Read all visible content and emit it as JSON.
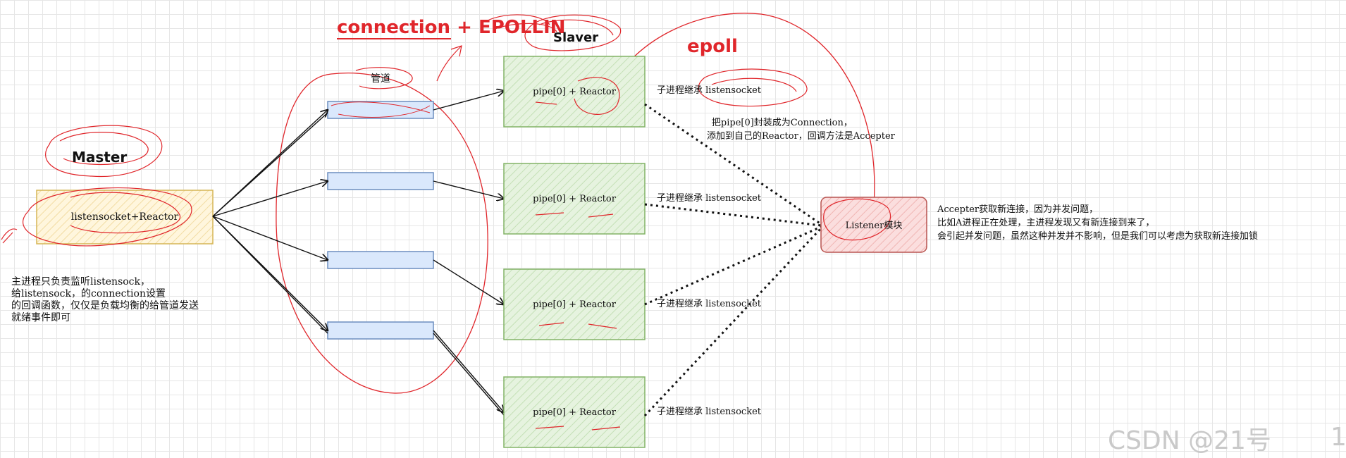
{
  "colors": {
    "red_ink": "#e0262b",
    "green_fill": "#e3f2dc",
    "green_stroke": "#82b366",
    "blue_fill": "#dae8fc",
    "blue_stroke": "#6c8ebf",
    "orange_fill": "#fff2cc",
    "orange_stroke": "#d6b656",
    "listener_fill": "#f8cecc",
    "listener_stroke": "#b85450"
  },
  "titles": {
    "connection": "connection + EPOLLIN",
    "slaver": "Slaver",
    "epoll": "epoll",
    "master": "Master",
    "pipe": "管道"
  },
  "master_box": {
    "label": "listensocket+Reactor"
  },
  "slaves": [
    {
      "label": "pipe[0] + Reactor",
      "inherit": "子进程继承 listensocket"
    },
    {
      "label": "pipe[0] + Reactor",
      "inherit": "子进程继承 listensocket"
    },
    {
      "label": "pipe[0] + Reactor",
      "inherit": "子进程继承 listensocket"
    },
    {
      "label": "pipe[0] + Reactor",
      "inherit": "子进程继承 listensocket"
    }
  ],
  "listener": {
    "label": "Listener模块"
  },
  "notes": {
    "master_lines": [
      "主进程只负责监听listensock，",
      "给listensock，的connection设置",
      "的回调函数，仅仅是负载均衡的给管道发送",
      "就绪事件即可"
    ],
    "wrap_lines": [
      "把pipe[0]封装成为Connection，",
      "添加到自己的Reactor，回调方法是Accepter"
    ],
    "accepter_lines": [
      "Accepter获取新连接，因为并发问题，",
      "比如A进程正在处理，主进程发现又有新连接到来了，",
      "会引起并发问题，虽然这种并发并不影响，但是我们可以考虑为获取新连接加锁"
    ]
  },
  "watermark": "CSDN @21号",
  "corner_mark": "1"
}
